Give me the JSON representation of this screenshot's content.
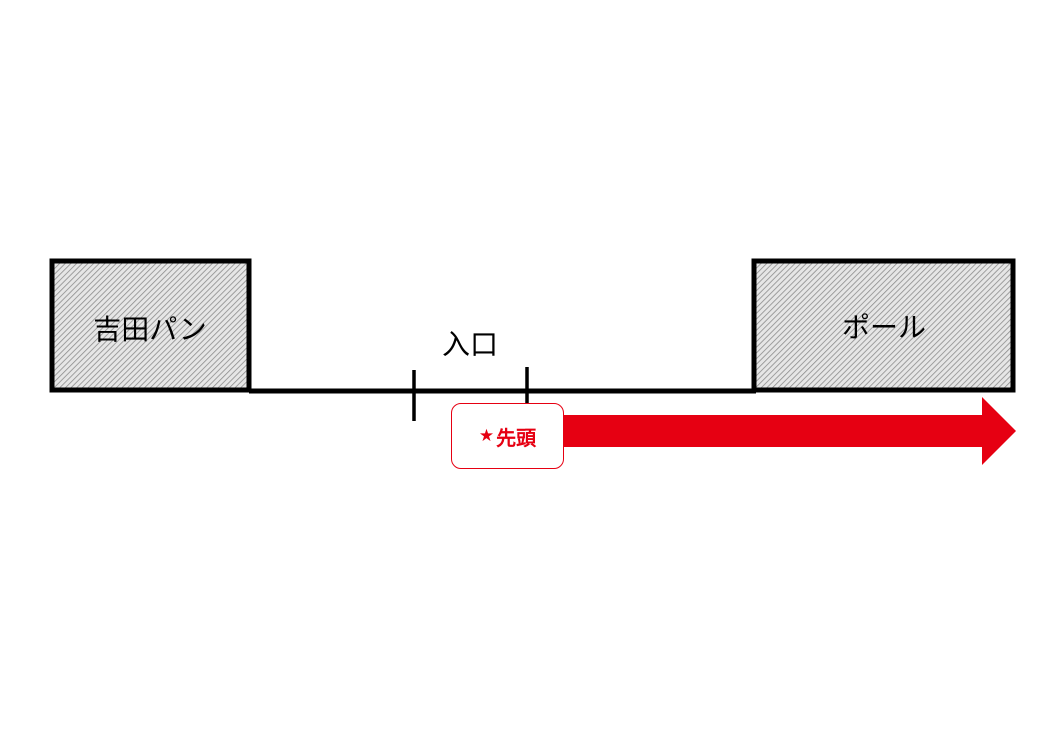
{
  "diagram": {
    "left_building": "吉田パン",
    "right_building": "ポール",
    "entrance": "入口",
    "queue_head": {
      "star": "★",
      "label": "先頭"
    },
    "colors": {
      "arrow": "#e60012",
      "outline": "#000000",
      "hatch": "#9a9a9a"
    }
  }
}
